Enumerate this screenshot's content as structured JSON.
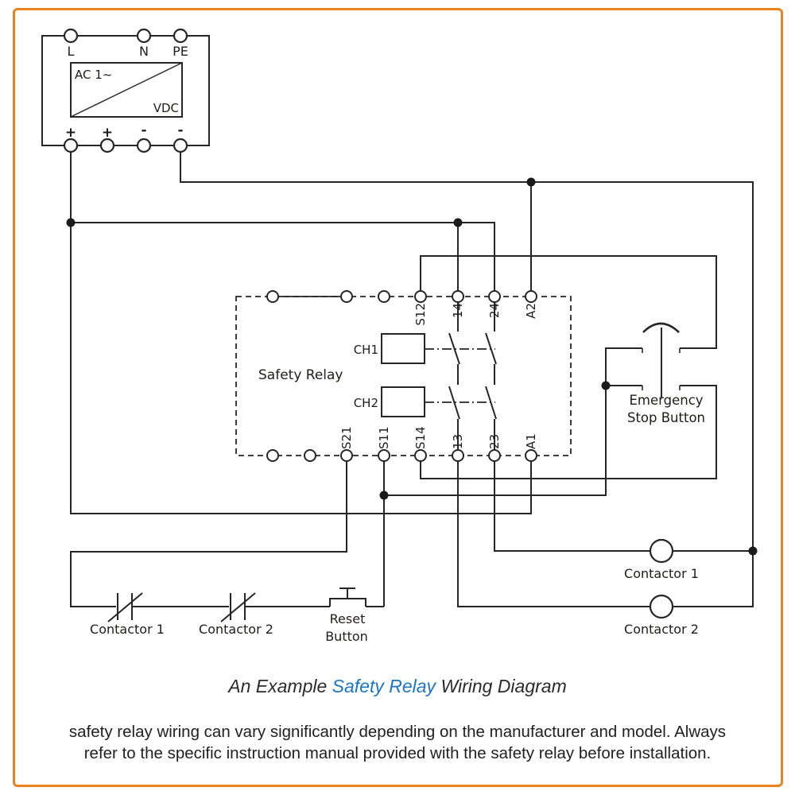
{
  "colors": {
    "border": "#E8831D",
    "wire": "#262626",
    "caption_highlight": "#1B75C4",
    "text": "#1f1d1a"
  },
  "power_supply": {
    "top_terminal_labels": [
      "L",
      "N",
      "PE"
    ],
    "inner_top_label": "AC 1~",
    "inner_bottom_label": "VDC",
    "bottom_terminal_labels": [
      "+",
      "+",
      "-",
      "-"
    ]
  },
  "relay": {
    "label": "Safety Relay",
    "channel1_label": "CH1",
    "channel2_label": "CH2",
    "top_terminal_labels": [
      "S12",
      "14",
      "24",
      "A2"
    ],
    "bottom_terminal_labels": [
      "S21",
      "S11",
      "S14",
      "13",
      "23",
      "A1"
    ]
  },
  "emergency_stop": {
    "label_line1": "Emergency",
    "label_line2": "Stop Button"
  },
  "feedback_circuit": {
    "contactor1_contact_label": "Contactor 1",
    "contactor2_contact_label": "Contactor 2",
    "reset_label_line1": "Reset",
    "reset_label_line2": "Button"
  },
  "coils": {
    "contactor1_label": "Contactor 1",
    "contactor2_label": "Contactor 2"
  },
  "caption": {
    "prefix": "An Example ",
    "highlight": "Safety Relay",
    "suffix": " Wiring Diagram"
  },
  "note": {
    "line1": "safety relay wiring can vary significantly depending on the manufacturer and model. Always",
    "line2": "refer to the specific instruction manual provided with the safety relay before installation."
  }
}
